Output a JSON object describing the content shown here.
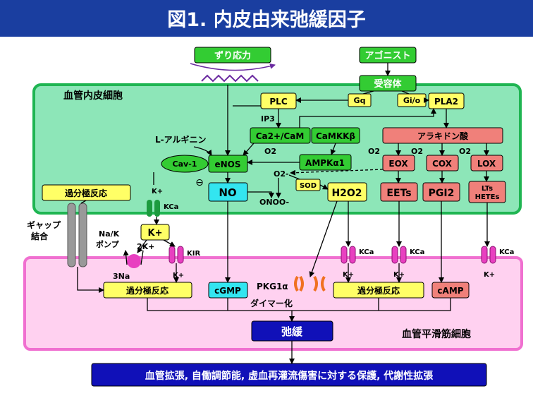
{
  "title": "図1. 内皮由来弛緩因子",
  "regions": {
    "endothelium": "血管内皮細胞",
    "smooth_muscle": "血管平滑筋細胞",
    "gap_junction": [
      "ギャップ",
      "結合"
    ]
  },
  "inputs": {
    "shear_stress": "ずり応力",
    "agonist": "アゴニスト",
    "receptor": "受容体"
  },
  "nodes": {
    "plc": "PLC",
    "gq": "Gq",
    "gio": "Gi/o",
    "pla2": "PLA2",
    "ip3": "IP3",
    "ca_cam": "Ca2+/CaM",
    "camkkb": "CaMKKβ",
    "arachidonic": "アラキドン酸",
    "l_arginine": "L-アルギニン",
    "cav1": "Cav-1",
    "enos": "eNOS",
    "ampk": "AMPKα1",
    "o2_a": "O2",
    "o2_b": "O2",
    "o2_c": "O2",
    "o2_d": "O2",
    "o2_superoxide": "O2-",
    "eox": "EOX",
    "cox": "COX",
    "lox": "LOX",
    "no": "NO",
    "onoo": "ONOO-",
    "sod": "SOD",
    "h2o2": "H2O2",
    "eets": "EETs",
    "pgi2": "PGI2",
    "lts_hetes": [
      "LTs",
      "HETEs"
    ],
    "hyperpol_endo": "過分極反応",
    "hyperpol_sm_left": "過分極反応",
    "hyperpol_sm_right": "過分極反応",
    "kplus_box": "K+",
    "na_k_pump": [
      "Na/K",
      "ポンプ"
    ],
    "two_k": "2K+",
    "three_na": "3Na",
    "cgmp": "cGMP",
    "pkg1a": "PKG1α",
    "camp": "cAMP",
    "dimer": "ダイマー化",
    "relaxation": "弛緩",
    "minus_sign": "⊖"
  },
  "channels": {
    "kca": "KCa",
    "kir": "KIR",
    "k_plus": "K+"
  },
  "outcome": "血管拡張, 自働調節能, 虚血再灌流傷害に対する保護, 代謝性拡張",
  "colors": {
    "title_bar": "#1a3ea0",
    "endothelium": "#8de6b8",
    "endothelium_border": "#1fb552",
    "smooth_muscle": "#ffd1f0",
    "smooth_muscle_border": "#f070d0",
    "yellow_box": "#ffff66",
    "green_box": "#33cc33",
    "cyan_box": "#33e5f0",
    "salmon_box": "#f0807a",
    "navy_box": "#1010b8",
    "channel_green": "#1c9b3e",
    "channel_magenta": "#e840c0",
    "channel_orange": "#f07020"
  }
}
